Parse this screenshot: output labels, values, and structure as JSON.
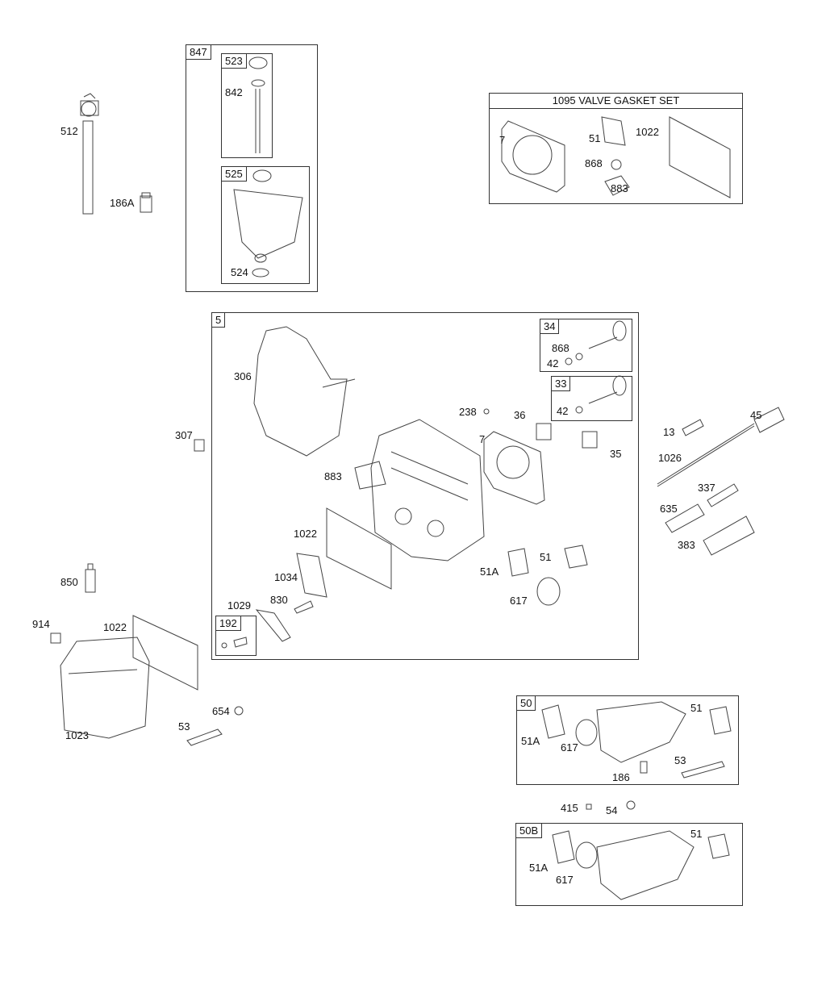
{
  "boxes": {
    "b847": "847",
    "b523": "523",
    "b525": "525",
    "valve_set_title": "1095 VALVE GASKET SET",
    "b5": "5",
    "b34": "34",
    "b33": "33",
    "b192": "192",
    "b50": "50",
    "b50B": "50B"
  },
  "labels": {
    "l512": "512",
    "l186A": "186A",
    "l842": "842",
    "l524": "524",
    "l7a": "7",
    "l51a": "51",
    "l1022a": "1022",
    "l868a": "868",
    "l883a": "883",
    "l306": "306",
    "l868b": "868",
    "l42a": "42",
    "l42b": "42",
    "l238": "238",
    "l36": "36",
    "l7b": "7",
    "l35": "35",
    "l307": "307",
    "l883b": "883",
    "l1022b": "1022",
    "l51b": "51",
    "l51Ab": "51A",
    "l617b": "617",
    "l1034": "1034",
    "l830": "830",
    "l1029": "1029",
    "l13": "13",
    "l45": "45",
    "l1026": "1026",
    "l337": "337",
    "l635": "635",
    "l383": "383",
    "l850": "850",
    "l914": "914",
    "l1022c": "1022",
    "l654": "654",
    "l53a": "53",
    "l1023": "1023",
    "l51c": "51",
    "l51Ac": "51A",
    "l617c": "617",
    "l53b": "53",
    "l186": "186",
    "l415": "415",
    "l54": "54",
    "l51d": "51",
    "l51Ad": "51A",
    "l617d": "617"
  }
}
